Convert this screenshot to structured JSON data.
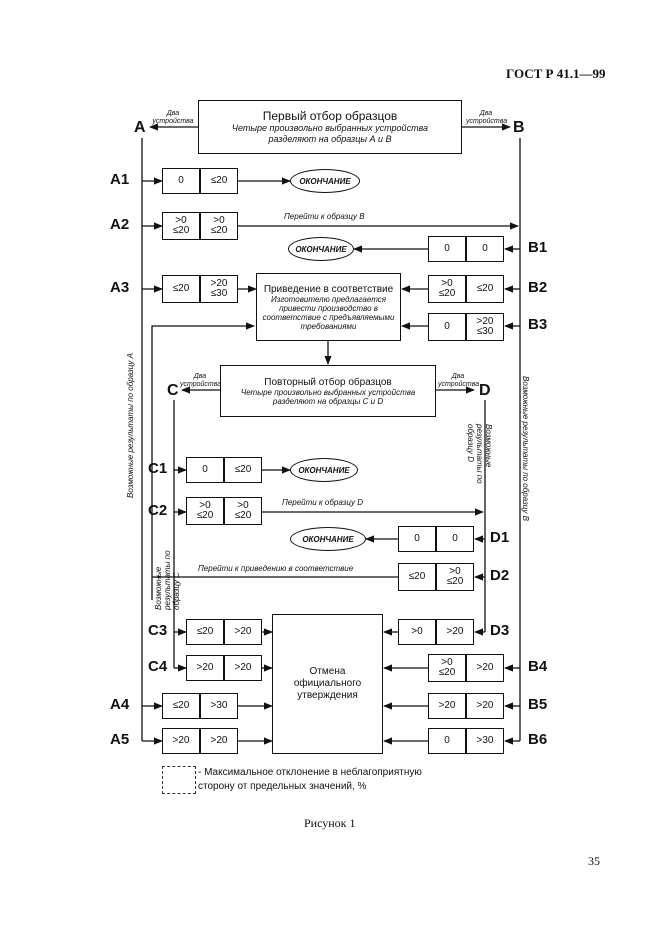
{
  "header": {
    "standard": "ГОСТ Р 41.1—99"
  },
  "first": {
    "title": "Первый отбор образцов",
    "text": "Четыре произвольно выбранных устройства разделяют на образцы А и В",
    "left_note": "Два устройства",
    "right_note": "Два устройства",
    "letter_left": "A",
    "letter_right": "B"
  },
  "conformity": {
    "title": "Приведение в соответствие",
    "text": "Изготовителю предлагается привести производство в соответствие с предъявляемыми требованиями"
  },
  "second": {
    "title": "Повторный отбор образцов",
    "text": "Четыре произвольно выбранных устройства разделяют на образцы С и D",
    "left_note": "Два устройства",
    "right_note": "Два устройства",
    "letter_left": "C",
    "letter_right": "D"
  },
  "withdrawal": {
    "text": "Отмена официального утверждения"
  },
  "end_label": "ОКОНЧАНИЕ",
  "labels": {
    "go_b": "Перейти к образцу В",
    "go_d": "Перейти к образцу D",
    "go_conformity": "Перейти к приведению в соответствие",
    "results_a": "Возможные результаты по образцу А",
    "results_b": "Возможные результаты по образцу В",
    "results_c": "Возможные результаты по образцу С",
    "results_d": "Возможные результаты по образцу D"
  },
  "rows": {
    "A1": [
      "0",
      "≤20"
    ],
    "A2": [
      ">0 ≤20",
      ">0 ≤20"
    ],
    "B1": [
      "0",
      "0"
    ],
    "A3": [
      "≤20",
      ">20 ≤30"
    ],
    "B2": [
      ">0 ≤20",
      "≤20"
    ],
    "B3": [
      "0",
      ">20 ≤30"
    ],
    "C1": [
      "0",
      "≤20"
    ],
    "C2": [
      ">0 ≤20",
      ">0 ≤20"
    ],
    "D1": [
      "0",
      "0"
    ],
    "D2": [
      "≤20",
      ">0 ≤20"
    ],
    "C3": [
      "≤20",
      ">20"
    ],
    "D3": [
      ">0",
      ">20"
    ],
    "C4": [
      ">20",
      ">20"
    ],
    "B4": [
      ">0 ≤20",
      ">20"
    ],
    "A4": [
      "≤20",
      ">30"
    ],
    "B5": [
      ">20",
      ">20"
    ],
    "A5": [
      ">20",
      ">20"
    ],
    "B6": [
      "0",
      ">30"
    ]
  },
  "row_labels": [
    "A1",
    "A2",
    "B1",
    "A3",
    "B2",
    "B3",
    "C1",
    "C2",
    "D1",
    "D2",
    "C3",
    "D3",
    "C4",
    "B4",
    "A4",
    "B5",
    "A5",
    "B6"
  ],
  "legend": {
    "text": "- Максимальное отклонение в неблагоприятную сторону от предельных значений, %"
  },
  "caption": "Рисунок 1",
  "page_number": "35"
}
